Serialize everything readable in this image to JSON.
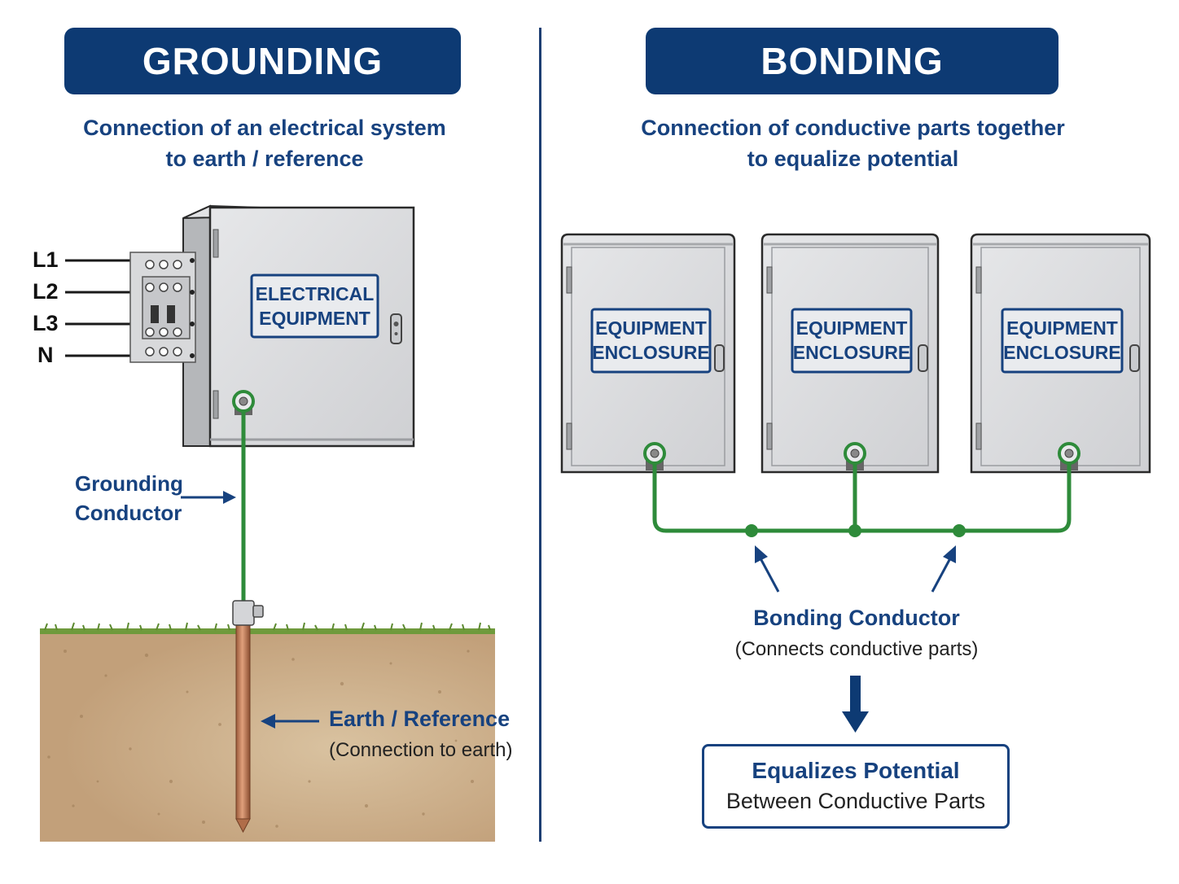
{
  "left": {
    "title": "GROUNDING",
    "subtitle_line1": "Connection of an electrical system",
    "subtitle_line2": "to earth / reference",
    "phase_labels": [
      "L1",
      "L2",
      "L3",
      "N"
    ],
    "equipment_line1": "ELECTRICAL",
    "equipment_line2": "EQUIPMENT",
    "conductor_line1": "Grounding",
    "conductor_line2": "Conductor",
    "earth_label": "Earth / Reference",
    "earth_sub": "(Connection to earth)"
  },
  "right": {
    "title": "BONDING",
    "subtitle_line1": "Connection of conductive parts together",
    "subtitle_line2": "to equalize potential",
    "enclosures": [
      {
        "line1": "EQUIPMENT",
        "line2": "ENCLOSURE"
      },
      {
        "line1": "EQUIPMENT",
        "line2": "ENCLOSURE"
      },
      {
        "line1": "EQUIPMENT",
        "line2": "ENCLOSURE"
      }
    ],
    "conductor_label": "Bonding Conductor",
    "conductor_sub": "(Connects conductive parts)",
    "result_title": "Equalizes Potential",
    "result_sub": "Between Conductive Parts"
  },
  "colors": {
    "navy": "#0d3a73",
    "label_blue": "#17427f",
    "conductor_green": "#2e8b3a",
    "enclosure_gray": "#d9dadc",
    "soil": "#c7a67f",
    "grass": "#6f9a3c",
    "copper": "#c47f5a"
  }
}
